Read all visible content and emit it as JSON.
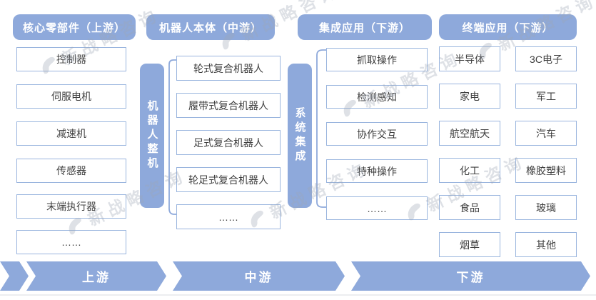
{
  "watermark": {
    "text": "新战略咨询"
  },
  "columns": [
    {
      "header": "核心零部件（上游）",
      "items": [
        "控制器",
        "伺服电机",
        "减速机",
        "传感器",
        "末端执行器",
        "……"
      ]
    },
    {
      "header": "机器人本体（中游）",
      "side_bar": "机器人整机",
      "items": [
        "轮式复合机器人",
        "履带式复合机器人",
        "足式复合机器人",
        "轮足式复合机器人",
        "……"
      ]
    },
    {
      "header": "集成应用（下游）",
      "side_bar": "系统集成",
      "items": [
        "抓取操作",
        "检测感知",
        "协作交互",
        "特种操作",
        "……"
      ]
    },
    {
      "header": "终端应用（下游）",
      "items_left": [
        "半导体",
        "家电",
        "航空航天",
        "化工",
        "食品",
        "烟草"
      ],
      "items_right": [
        "3C电子",
        "军工",
        "汽车",
        "橡胶塑料",
        "玻璃",
        "其他"
      ]
    }
  ],
  "flow": {
    "stages": [
      "上游",
      "中游",
      "下游"
    ]
  },
  "colors": {
    "accent": "#8ea9db",
    "box_border": "#9ab5de",
    "text": "#3f3f3f",
    "watermark": "#9ea8b6",
    "background": "#ffffff"
  }
}
